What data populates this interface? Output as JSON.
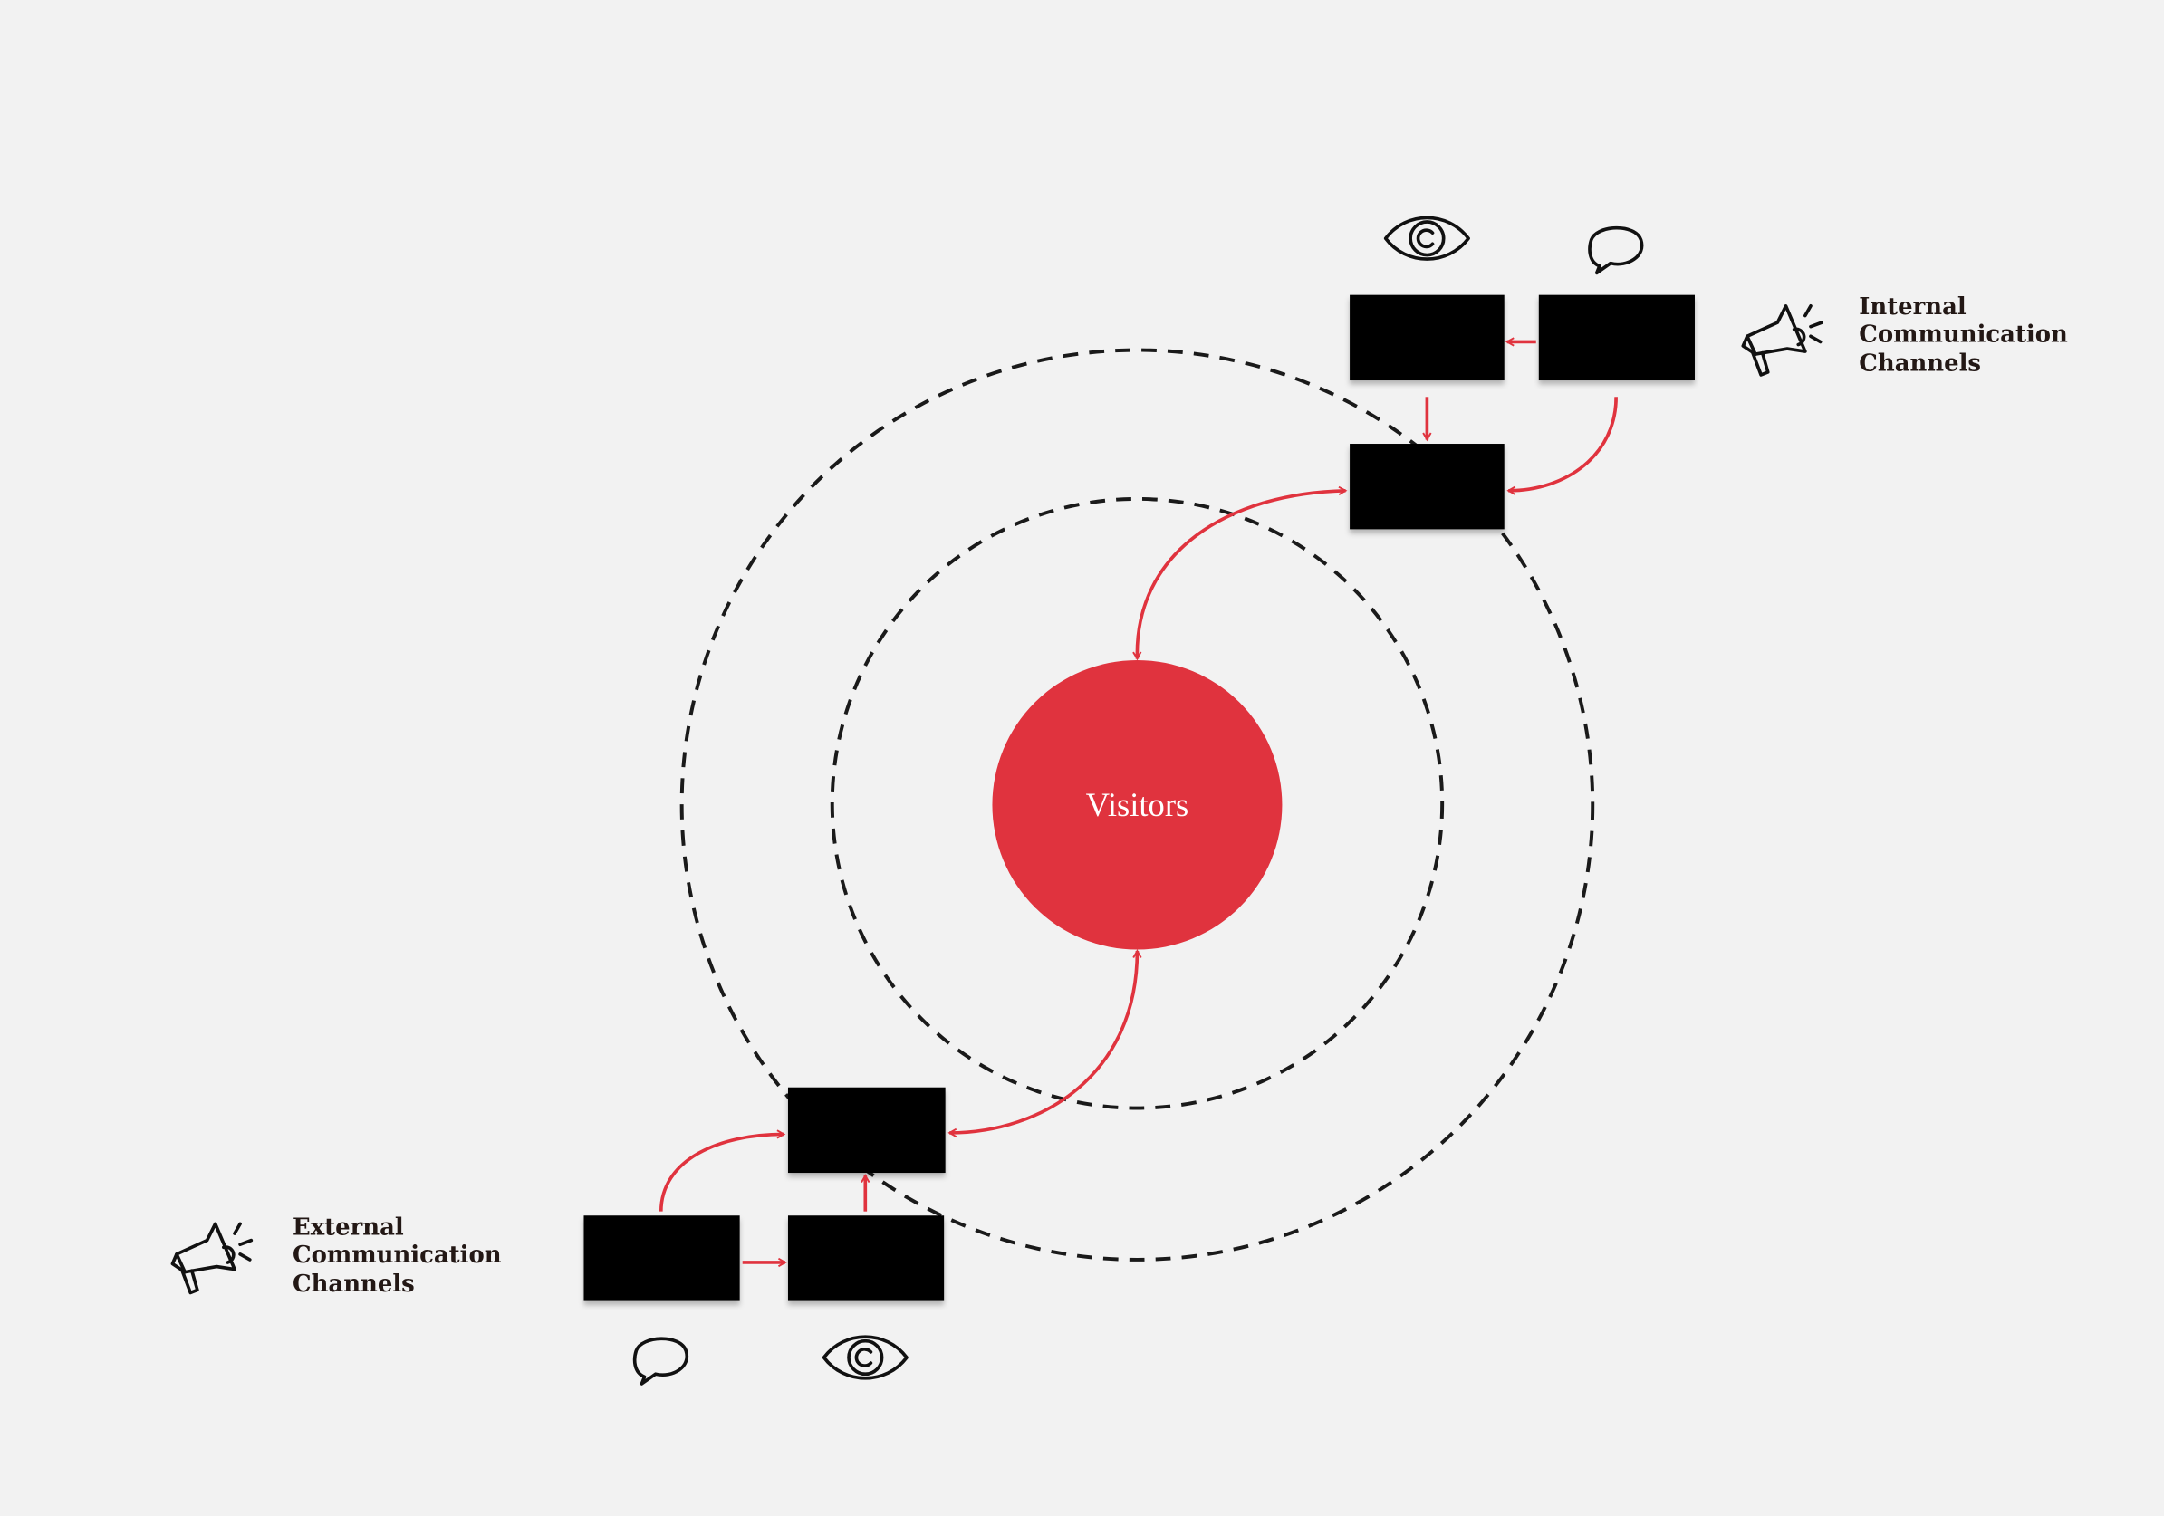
{
  "center": {
    "label": "Visitors"
  },
  "internal": {
    "title_lines": [
      "Internal",
      "Communication",
      "Channels"
    ]
  },
  "external": {
    "title_lines": [
      "External",
      "Communication",
      "Channels"
    ]
  },
  "icons": [
    "eye-icon",
    "speech-bubble-icon",
    "megaphone-icon"
  ],
  "colors": {
    "accent": "#e0333e",
    "background": "#f2f2f2",
    "text": "#231815",
    "box": "#050505"
  }
}
